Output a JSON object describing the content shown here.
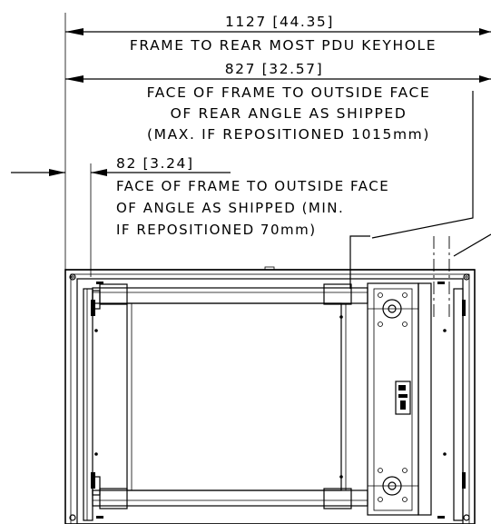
{
  "dimensions": {
    "dim1": {
      "value": "1127 [44.35]",
      "desc": [
        "FRAME TO REAR MOST PDU KEYHOLE"
      ]
    },
    "dim2": {
      "value": "827 [32.57]",
      "desc": [
        "FACE OF FRAME TO OUTSIDE FACE",
        "OF REAR ANGLE AS SHIPPED",
        "(MAX. IF REPOSITIONED 1015mm)"
      ]
    },
    "dim3": {
      "value": "82 [3.24]",
      "desc": [
        "FACE OF FRAME TO OUTSIDE FACE",
        "OF ANGLE AS SHIPPED (MIN.",
        "IF REPOSITIONED 70mm)"
      ]
    }
  },
  "colors": {
    "line": "#000000",
    "background": "#ffffff"
  }
}
